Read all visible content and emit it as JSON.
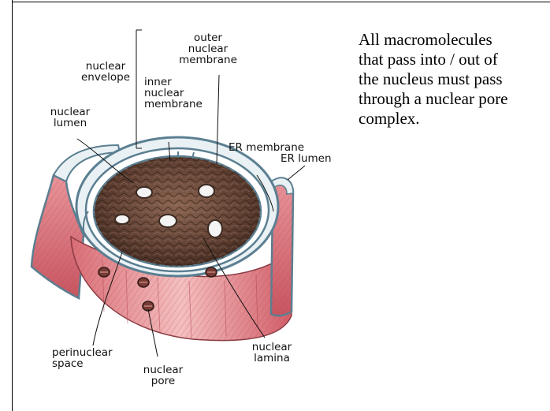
{
  "diagram": {
    "labels": {
      "outer_nuclear_membrane": "outer\nnuclear\nmembrane",
      "nuclear_envelope": "nuclear\nenvelope",
      "inner_nuclear_membrane": "inner\nnuclear\nmembrane",
      "nuclear_lumen": "nuclear\nlumen",
      "er_membrane": "ER membrane",
      "er_lumen": "ER lumen",
      "perinuclear_space": "perinuclear\nspace",
      "nuclear_pore": "nuclear\npore",
      "nuclear_lamina": "nuclear\nlamina"
    }
  },
  "side_text": "All macromolecules\nthat pass into / out of\nthe nucleus must pass\nthrough a nuclear pore\ncomplex.",
  "colors": {
    "membrane_fill": "#d9737a",
    "membrane_dark": "#b3454d",
    "envelope_edge": "#5b7f91",
    "lumen_gap": "#e9f1f4",
    "nucleoplasm": "#5d3e30"
  }
}
